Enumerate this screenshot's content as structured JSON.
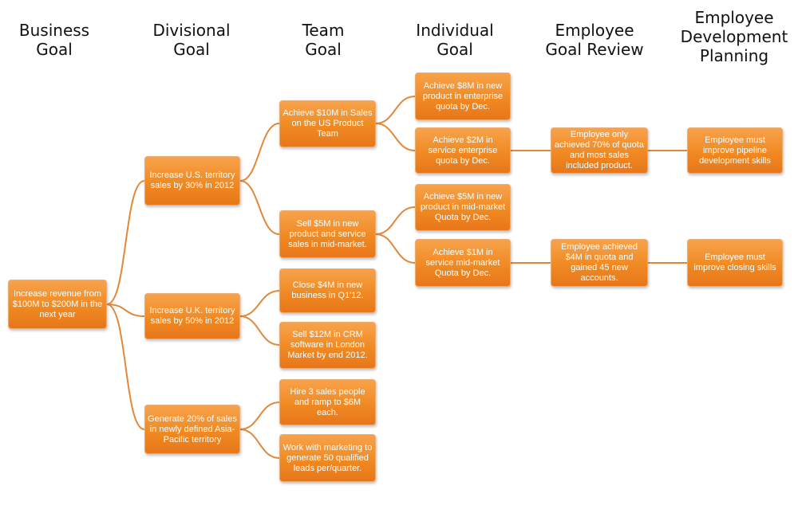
{
  "headers": {
    "business": "Business\nGoal",
    "divisional": "Divisional\nGoal",
    "team": "Team\nGoal",
    "individual": "Individual\nGoal",
    "review": "Employee\nGoal Review",
    "planning": "Employee\nDevelopment\nPlanning"
  },
  "business": {
    "b1": "Increase revenue from $100M to $200M in the next year"
  },
  "divisional": {
    "d1": "Increase U.S. territory sales by 30% in 2012",
    "d2": "Increase U.K. territory sales by 50% in 2012",
    "d3": "Generate 20% of sales in newly defined Asia-Pacific territory"
  },
  "team": {
    "t1": "Achieve $10M in Sales on the US Product Team",
    "t2": "Sell $5M in new product and service sales in mid-market.",
    "t3": "Close $4M in new business in Q1'12.",
    "t4": "Sell $12M in CRM software in London Market by end 2012.",
    "t5": "Hire 3 sales people and ramp to $6M each.",
    "t6": "Work with marketing to generate 50 qualified leads per/quarter."
  },
  "individual": {
    "i1": "Achieve $8M in new product in enterprise quota by Dec.",
    "i2": "Achieve $2M in service enterprise quota by Dec.",
    "i3": "Achieve $5M in new product in mid-market Quota by Dec.",
    "i4": "Achieve $1M in service mid-market Quota by Dec."
  },
  "review": {
    "r1": "Employee only achieved 70% of quota and most sales included product.",
    "r2": "Employee achieved $4M in quota and gained 45 new accounts."
  },
  "planning": {
    "p1": "Employee must improve pipeline development skills",
    "p2": "Employee  must improve closing skills"
  }
}
